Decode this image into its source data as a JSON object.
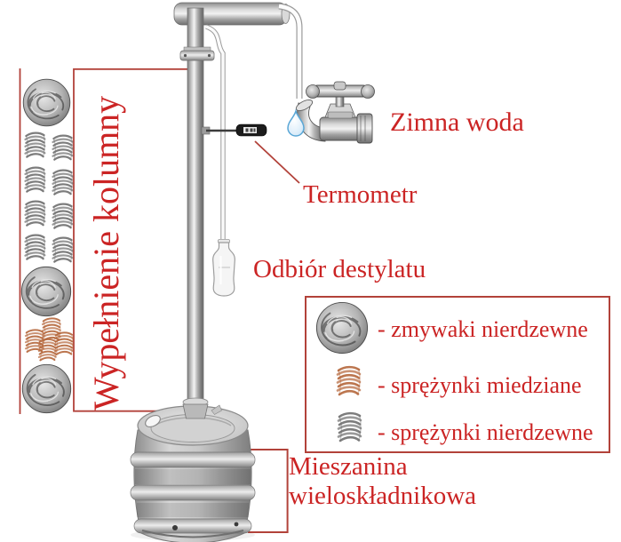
{
  "labels": {
    "column_filling": "Wypełnienie kolumny",
    "cold_water": "Zimna woda",
    "thermometer": "Termometr",
    "distillate_collection": "Odbiór destylatu",
    "mixture": "Mieszanina wieloskładnikowa"
  },
  "legend": {
    "items": [
      {
        "icon": "steel-scrubber-icon",
        "label": "- zmywaki nierdzewne"
      },
      {
        "icon": "copper-spring-icon",
        "label": "- sprężynki miedziane"
      },
      {
        "icon": "steel-spring-icon",
        "label": "- sprężynki nierdzewne"
      }
    ]
  },
  "column_filling_items": [
    "steel-scrubber",
    "steel-spring-pair",
    "steel-spring-pair",
    "steel-spring-pair",
    "steel-spring-pair",
    "steel-scrubber",
    "copper-spring-cluster",
    "steel-scrubber"
  ],
  "colors": {
    "annotation_line": "#b2423a",
    "label_text": "#cb2424",
    "copper": "#b5673c",
    "steel": "#6f6f6f",
    "water_drop": "#5aa7d6"
  }
}
